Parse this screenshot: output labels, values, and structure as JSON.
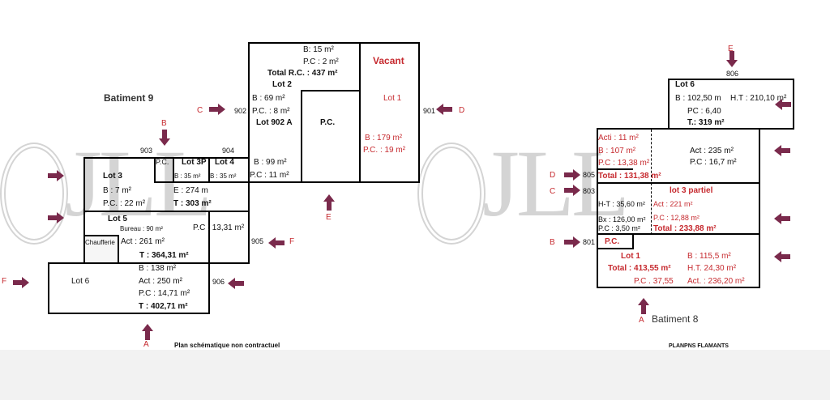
{
  "watermark": "JLL",
  "b9": {
    "title": "Batiment 9",
    "lot2": {
      "b_top": "B: 15 m²",
      "pc_top": "P.C : 2 m²",
      "total_rc": "Total R.C. : 437 m²",
      "name": "Lot 2",
      "b": "B :  69 m²",
      "pc": "P.C. : 8 m²",
      "lot902a": "Lot 902 A",
      "b2": "B :  99 m²",
      "pc2": "P.C : 11 m²"
    },
    "pc_center": "P.C.",
    "lot1": {
      "vacant": "Vacant",
      "name": "Lot 1",
      "b": "B :  179 m²",
      "pc": "P.C. : 19 m²"
    },
    "lot3": {
      "name": "Lot 3",
      "b": "B : 7 m²",
      "pc": "P.C. : 22 m²",
      "e": "E : 274 m",
      "t": "T : 303 m²"
    },
    "pc_small": "P.C.",
    "lot3p": {
      "name": "Lot 3P",
      "b": "B : 35 m²"
    },
    "lot4": {
      "name": "Lot 4",
      "b": "B : 35 m²"
    },
    "lot5": {
      "name": "Lot 5",
      "bureau": "Bureau : 90 m²",
      "pc": "P.C : 13,31 m²",
      "act": "Act : 261 m²",
      "t": "T : 364,31 m²",
      "chaufferie": "Chaufferie"
    },
    "lot6": {
      "name": "Lot 6",
      "b": "B : 138 m²",
      "act": "Act : 250 m²",
      "pc": "P.C : 14,71 m²",
      "t": "T : 402,71 m²"
    },
    "doors": {
      "d902": "902",
      "d903": "903",
      "d904": "904",
      "d905": "905",
      "d906": "906",
      "d901": "901"
    },
    "entries": {
      "a": "A",
      "b": "B",
      "c": "C",
      "d": "D",
      "e": "E",
      "f1": "F",
      "f2": "F"
    },
    "note": "Plan schématique non contractuel"
  },
  "b8": {
    "title": "Batiment 8",
    "lot6": {
      "name": "Lot 6",
      "b": "B : 102,50 m",
      "ht": "H.T : 210,10 m²",
      "pc": "PC : 6,40",
      "t": "T.: 319 m²"
    },
    "mid": {
      "acti": "Acti : 11 m²",
      "b": "B : 107 m²",
      "pc": "P.C : 13,38 m²",
      "total": "Total : 131,38 m²",
      "act": "Act :  235 m²",
      "pc2": "P.C :   16,7 m²"
    },
    "lot3": {
      "name": "lot 3 partiel",
      "ht": "H-T :  35,60 m²",
      "bx": "Bx :  126,00 m²",
      "pc_l": "P.C : 3,50 m²",
      "act": "Act : 221 m²",
      "pc": "P.C :  12,88 m²",
      "total": "Total : 233,88 m²"
    },
    "lot1": {
      "pc_box": "P.C.",
      "name": "Lot 1",
      "total": "Total : 413,55 m²",
      "pc": "P.C . 37,55",
      "b": "B :   115,5 m²",
      "ht": "H.T.   24,30 m²",
      "act": "Act. : 236,20 m²"
    },
    "doors": {
      "d806": "806",
      "d805": "805",
      "d803": "803",
      "d801": "801"
    },
    "entries": {
      "e": "E",
      "d": "D",
      "c": "C",
      "b": "B",
      "a": "A"
    },
    "footer": "PLANPNS  FLAMANTS"
  },
  "colors": {
    "arrow": "#7a2a4c",
    "red": "#c62a2f"
  }
}
